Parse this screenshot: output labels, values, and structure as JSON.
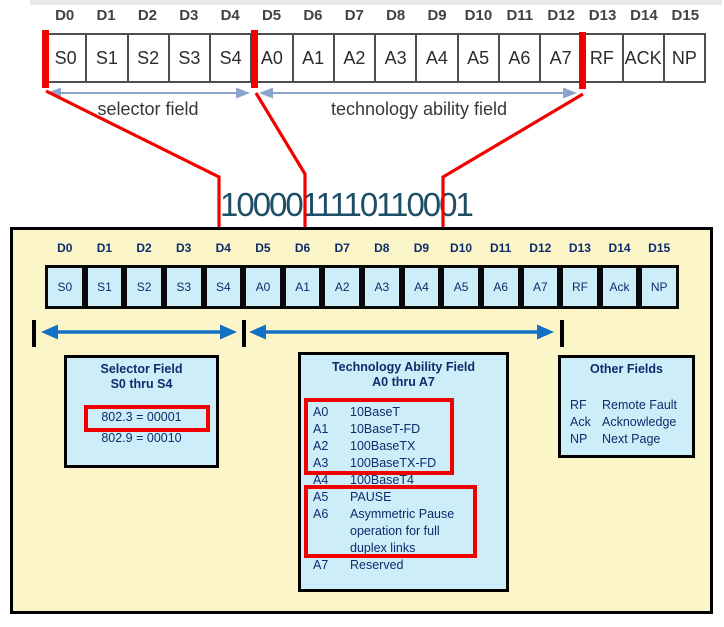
{
  "top_diagram": {
    "bit_labels": [
      "D0",
      "D1",
      "D2",
      "D3",
      "D4",
      "D5",
      "D6",
      "D7",
      "D8",
      "D9",
      "D10",
      "D11",
      "D12",
      "D13",
      "D14",
      "D15"
    ],
    "cells": [
      "S0",
      "S1",
      "S2",
      "S3",
      "S4",
      "A0",
      "A1",
      "A2",
      "A3",
      "A4",
      "A5",
      "A6",
      "A7",
      "RF",
      "ACK",
      "NP"
    ],
    "selector_label": "selector field",
    "tech_label": "technology ability field"
  },
  "binary_value": "1000011110110001",
  "bottom_diagram": {
    "bit_labels": [
      "D0",
      "D1",
      "D2",
      "D3",
      "D4",
      "D5",
      "D6",
      "D7",
      "D8",
      "D9",
      "D10",
      "D11",
      "D12",
      "D13",
      "D14",
      "D15"
    ],
    "cells": [
      "S0",
      "S1",
      "S2",
      "S3",
      "S4",
      "A0",
      "A1",
      "A2",
      "A3",
      "A4",
      "A5",
      "A6",
      "A7",
      "RF",
      "Ack",
      "NP"
    ],
    "selector_box": {
      "title_line1": "Selector Field",
      "title_line2": "S0 thru S4",
      "rows": [
        "802.3 = 00001",
        "802.9 = 00010"
      ]
    },
    "tech_box": {
      "title_line1": "Technology Ability Field",
      "title_line2": "A0 thru A7",
      "rows": [
        {
          "code": "A0",
          "desc": "10BaseT"
        },
        {
          "code": "A1",
          "desc": "10BaseT-FD"
        },
        {
          "code": "A2",
          "desc": "100BaseTX"
        },
        {
          "code": "A3",
          "desc": "100BaseTX-FD"
        },
        {
          "code": "A4",
          "desc": "100BaseT4"
        },
        {
          "code": "A5",
          "desc": "PAUSE"
        },
        {
          "code": "A6",
          "desc": "Asymmetric Pause\noperation for full\nduplex links"
        },
        {
          "code": "A7",
          "desc": "Reserved"
        }
      ]
    },
    "other_box": {
      "title": "Other Fields",
      "rows": [
        {
          "code": "RF",
          "desc": "Remote Fault"
        },
        {
          "code": "Ack",
          "desc": "Acknowledge"
        },
        {
          "code": "NP",
          "desc": "Next Page"
        }
      ]
    }
  },
  "colors": {
    "highlight_red": "#f20000",
    "cell_cyan": "#cdeef8",
    "panel_yellow": "#fbf5c8",
    "navy_text": "#0e2b6d",
    "binary_teal": "#1c4e66",
    "bottom_arrow_blue": "#1371c3",
    "top_arrow_blue": "#8da3cd"
  }
}
